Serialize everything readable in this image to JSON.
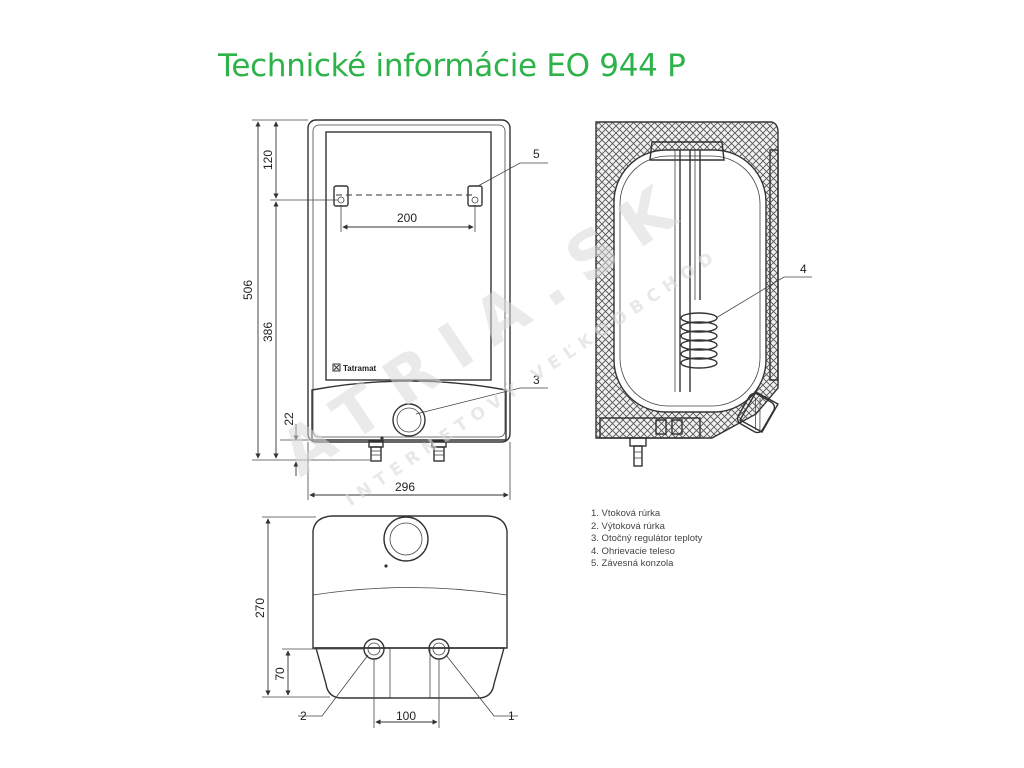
{
  "title": "Technické informácie EO 944 P",
  "colors": {
    "title": "#2db34a",
    "line": "#333333",
    "watermark": "#d9d9d9"
  },
  "brand_label": "Tatramat",
  "watermark": {
    "main": "ATRIA.SK",
    "sub": "INTERNETOVÝ VEĽKOOBCHOD"
  },
  "dimensions": {
    "height_total": "506",
    "height_lower": "386",
    "height_top": "120",
    "height_base": "22",
    "bracket_span": "200",
    "width": "296",
    "bottom_height": "270",
    "bottom_pipe_height": "70",
    "pipe_spacing": "100"
  },
  "callouts": [
    "1",
    "2",
    "3",
    "4",
    "5"
  ],
  "legend": [
    "1. Vtoková rúrka",
    "2. Výtoková rúrka",
    "3. Otočný regulátor teploty",
    "4. Ohrievacie teleso",
    "5. Závesná konzola"
  ]
}
